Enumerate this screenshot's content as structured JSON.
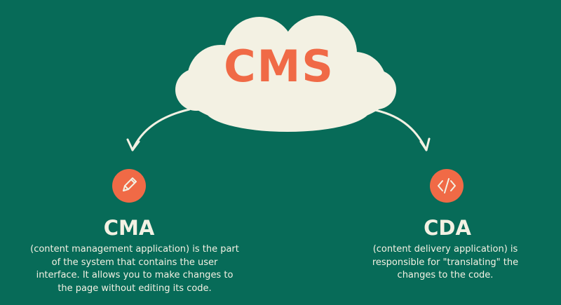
{
  "cloud": {
    "title": "CMS"
  },
  "nodes": {
    "left": {
      "title": "CMA",
      "description": "(content management application) is the part of the system that contains the user interface. It allows you to make changes to the page without editing its code.",
      "icon": "pencil-icon"
    },
    "right": {
      "title": "CDA",
      "description": "(content delivery application) is responsible for \"translating\" the changes to the code.",
      "icon": "code-icon"
    }
  },
  "colors": {
    "background": "#076b58",
    "cloud": "#f3f1e3",
    "accent": "#f06a46",
    "text": "#f3f1e3"
  }
}
